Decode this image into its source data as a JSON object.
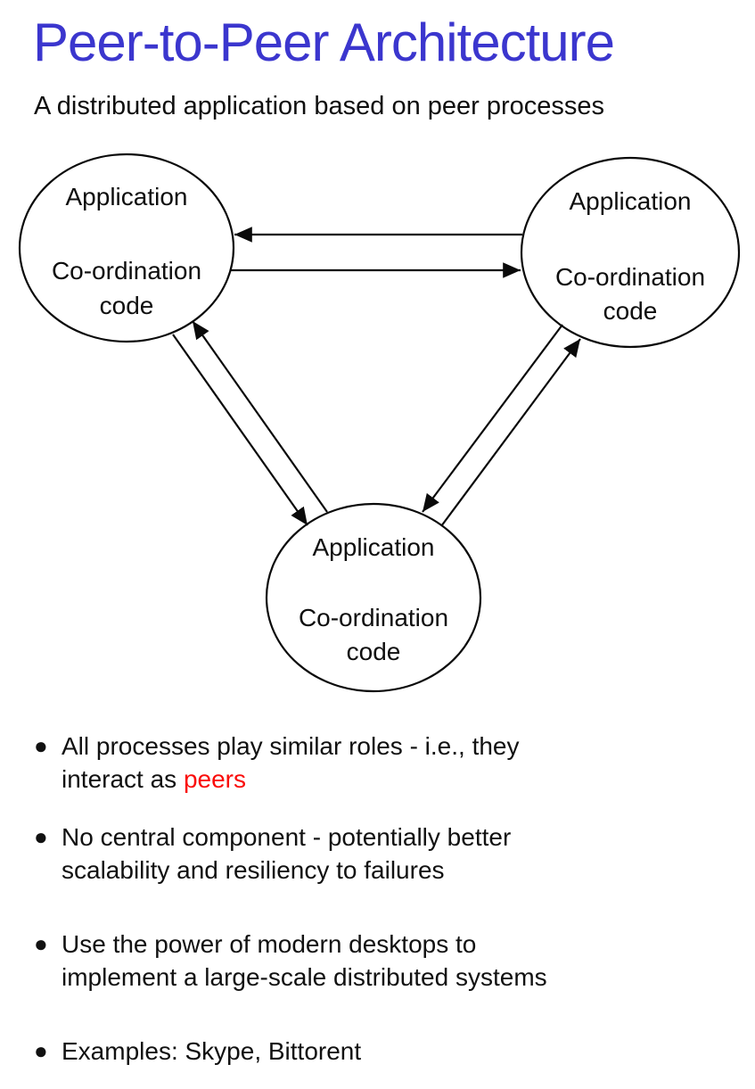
{
  "title": {
    "text": "Peer-to-Peer Architecture",
    "color": "#3B36CE"
  },
  "subtitle": {
    "text": "A distributed application based on peer processes"
  },
  "diagram": {
    "stroke_color": "#0a0a0a",
    "nodes": [
      {
        "id": "peer-top-left",
        "line1": "Application",
        "line2": "Co-ordination",
        "line3": "code"
      },
      {
        "id": "peer-top-right",
        "line1": "Application",
        "line2": "Co-ordination",
        "line3": "code"
      },
      {
        "id": "peer-bottom",
        "line1": "Application",
        "line2": "Co-ordination",
        "line3": "code"
      }
    ],
    "edges": [
      {
        "from": "peer-top-right",
        "to": "peer-top-left"
      },
      {
        "from": "peer-top-left",
        "to": "peer-top-right"
      },
      {
        "from": "peer-top-left",
        "to": "peer-bottom"
      },
      {
        "from": "peer-bottom",
        "to": "peer-top-left"
      },
      {
        "from": "peer-top-right",
        "to": "peer-bottom"
      },
      {
        "from": "peer-bottom",
        "to": "peer-top-right"
      }
    ]
  },
  "bullets": {
    "marker": "●",
    "highlight_color": "#FA0B09",
    "item1": {
      "line1": "All processes play similar roles - i.e., they",
      "line2_prefix": "interact as ",
      "line2_highlight": "peers"
    },
    "item2": {
      "line1": "No central component - potentially better",
      "line2": "scalability and resiliency to failures"
    },
    "item3": {
      "line1": "Use the power of modern desktops to",
      "line2": "implement a large-scale distributed systems"
    },
    "item4": {
      "line1": "Examples: Skype, Bittorent"
    }
  }
}
